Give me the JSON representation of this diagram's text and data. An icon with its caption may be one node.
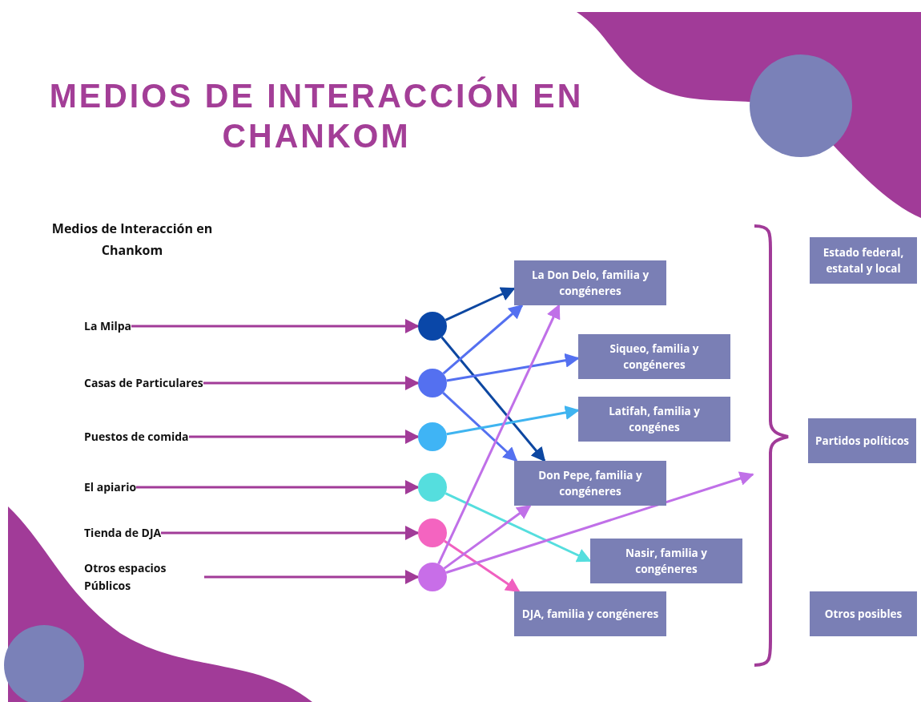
{
  "diagram": {
    "title": "MEDIOS DE INTERACCIÓN EN CHANKOM",
    "nodes": [
      {
        "text": [
          "La Milpa"
        ]
      },
      {
        "text": [
          "Casas de Particulares"
        ]
      },
      {
        "text": [
          "Puestos de comida"
        ]
      },
      {
        "text": [
          "El apiario"
        ]
      },
      {
        "text": [
          "Tienda de DJA"
        ]
      },
      {
        "text": [
          "Otros espacios Públicos"
        ]
      },
      {
        "text": [],
        "shape": "circle"
      },
      {
        "text": [],
        "shape": "circle"
      },
      {
        "text": [],
        "shape": "circle"
      },
      {
        "text": [],
        "shape": "circle"
      },
      {
        "text": [],
        "shape": "circle"
      },
      {
        "text": [],
        "shape": "circle"
      },
      {
        "text": [
          "La Don Delo, familia y congéneres"
        ]
      },
      {
        "text": [
          "Siqueo, familia y congéneres"
        ]
      },
      {
        "text": [
          "Latifah, familia y congénes"
        ]
      },
      {
        "text": [
          "Don Pepe, familia y congéneres"
        ]
      },
      {
        "text": [
          "Nasir, familia y congéneres"
        ]
      },
      {
        "text": [
          "DJA, familia y congéneres"
        ]
      },
      {
        "text": [],
        "shape": "bracket"
      },
      {
        "text": [
          "Estado federal, estatal y local"
        ]
      },
      {
        "text": [
          "Partidos políticos"
        ]
      },
      {
        "text": [
          "Otros posibles"
        ]
      }
    ],
    "edges": [
      {
        "from": 0,
        "to": 6,
        "arrow": "to"
      },
      {
        "from": 1,
        "to": 7,
        "arrow": "to"
      },
      {
        "from": 2,
        "to": 8,
        "arrow": "to"
      },
      {
        "from": 3,
        "to": 9,
        "arrow": "to"
      },
      {
        "from": 4,
        "to": 10,
        "arrow": "to"
      },
      {
        "from": 5,
        "to": 11,
        "arrow": "to"
      },
      {
        "from": 6,
        "to": 12,
        "arrow": "to",
        "color": "#0d47a1"
      },
      {
        "from": 6,
        "to": 15,
        "arrow": "to",
        "color": "#0d47a1"
      },
      {
        "from": 7,
        "to": 12,
        "arrow": "to",
        "color": "#5470f0"
      },
      {
        "from": 7,
        "to": 13,
        "arrow": "to",
        "color": "#5470f0"
      },
      {
        "from": 7,
        "to": 15,
        "arrow": "to",
        "color": "#5470f0"
      },
      {
        "from": 8,
        "to": 14,
        "arrow": "to",
        "color": "#3fb4f0"
      },
      {
        "from": 9,
        "to": 16,
        "arrow": "to",
        "color": "#55dede"
      },
      {
        "from": 10,
        "to": 17,
        "arrow": "to",
        "color": "#f060c0"
      },
      {
        "from": 11,
        "to": 12,
        "arrow": "to",
        "color": "#c070e8"
      },
      {
        "from": 11,
        "to": 15,
        "arrow": "to",
        "color": "#c070e8"
      },
      {
        "from": 11,
        "to": 18,
        "arrow": "to",
        "color": "#c070e8"
      }
    ],
    "labels": [
      "Medios de Interacción en Chankom"
    ]
  }
}
